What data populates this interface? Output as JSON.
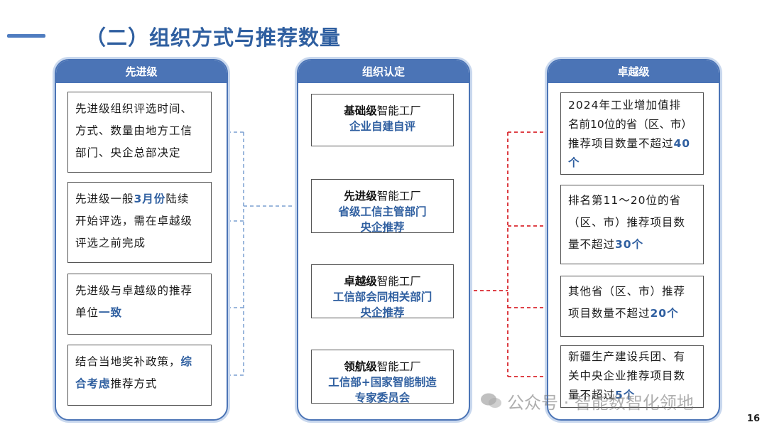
{
  "page_title": "（二）组织方式与推荐数量",
  "left_panel": {
    "header": "先进级",
    "boxes": [
      {
        "lines": [
          "先进级组织评选时间、",
          "方式、数量由地方工信",
          "部门、央企总部决定"
        ]
      },
      {
        "pre": "先进级一般",
        "hl": "3月份",
        "post": "陆续",
        "line2": "开始评选，需在卓越级",
        "line3": "评选之前完成"
      },
      {
        "line1": "先进级与卓越级的推荐",
        "pre2": "单位",
        "hl2": "一致"
      },
      {
        "pre": "结合当地奖补政策，",
        "hl": "综",
        "hl2": "合考虑",
        "post2": "推荐方式"
      }
    ]
  },
  "middle_panel": {
    "header": "组织认定",
    "boxes": [
      {
        "level": "基础级",
        "suffix": "智能工厂",
        "lines": [
          "企业自建自评"
        ]
      },
      {
        "level": "先进级",
        "suffix": "智能工厂",
        "lines": [
          "省级工信主管部门",
          "央企推荐"
        ]
      },
      {
        "level": "卓越级",
        "suffix": "智能工厂",
        "lines": [
          "工信部会同相关部门",
          "央企推荐"
        ]
      },
      {
        "level": "领航级",
        "suffix": "智能工厂",
        "lines": [
          "工信部+国家智能制造",
          "专家委员会"
        ]
      }
    ]
  },
  "right_panel": {
    "header": "卓越级",
    "boxes": [
      {
        "line1": "2024年工业增加值排",
        "line2": "名前10位的省（区、市）",
        "pre3": "推荐项目数量不超过",
        "hl3": "40",
        "hl4": "个"
      },
      {
        "line1": "排名第11～20位的省",
        "line2": "（区、市）推荐项目数",
        "pre3": "量不超过",
        "hl3": "30个"
      },
      {
        "line1": "其他省（区、市）推荐",
        "pre2": "项目数量不超过",
        "hl2": "20个"
      },
      {
        "line1": "新疆生产建设兵团、有",
        "line2": "关中央企业推荐项目数",
        "pre3": "量不超过",
        "hl3": "5个"
      }
    ]
  },
  "watermark": "公众号 · 智能数智化领地",
  "page_number": "16",
  "colors": {
    "accent": "#2f5fa0",
    "panel": "#4b74b6",
    "left_connector": "#7a9fd0",
    "right_connector": "#d9272e"
  }
}
